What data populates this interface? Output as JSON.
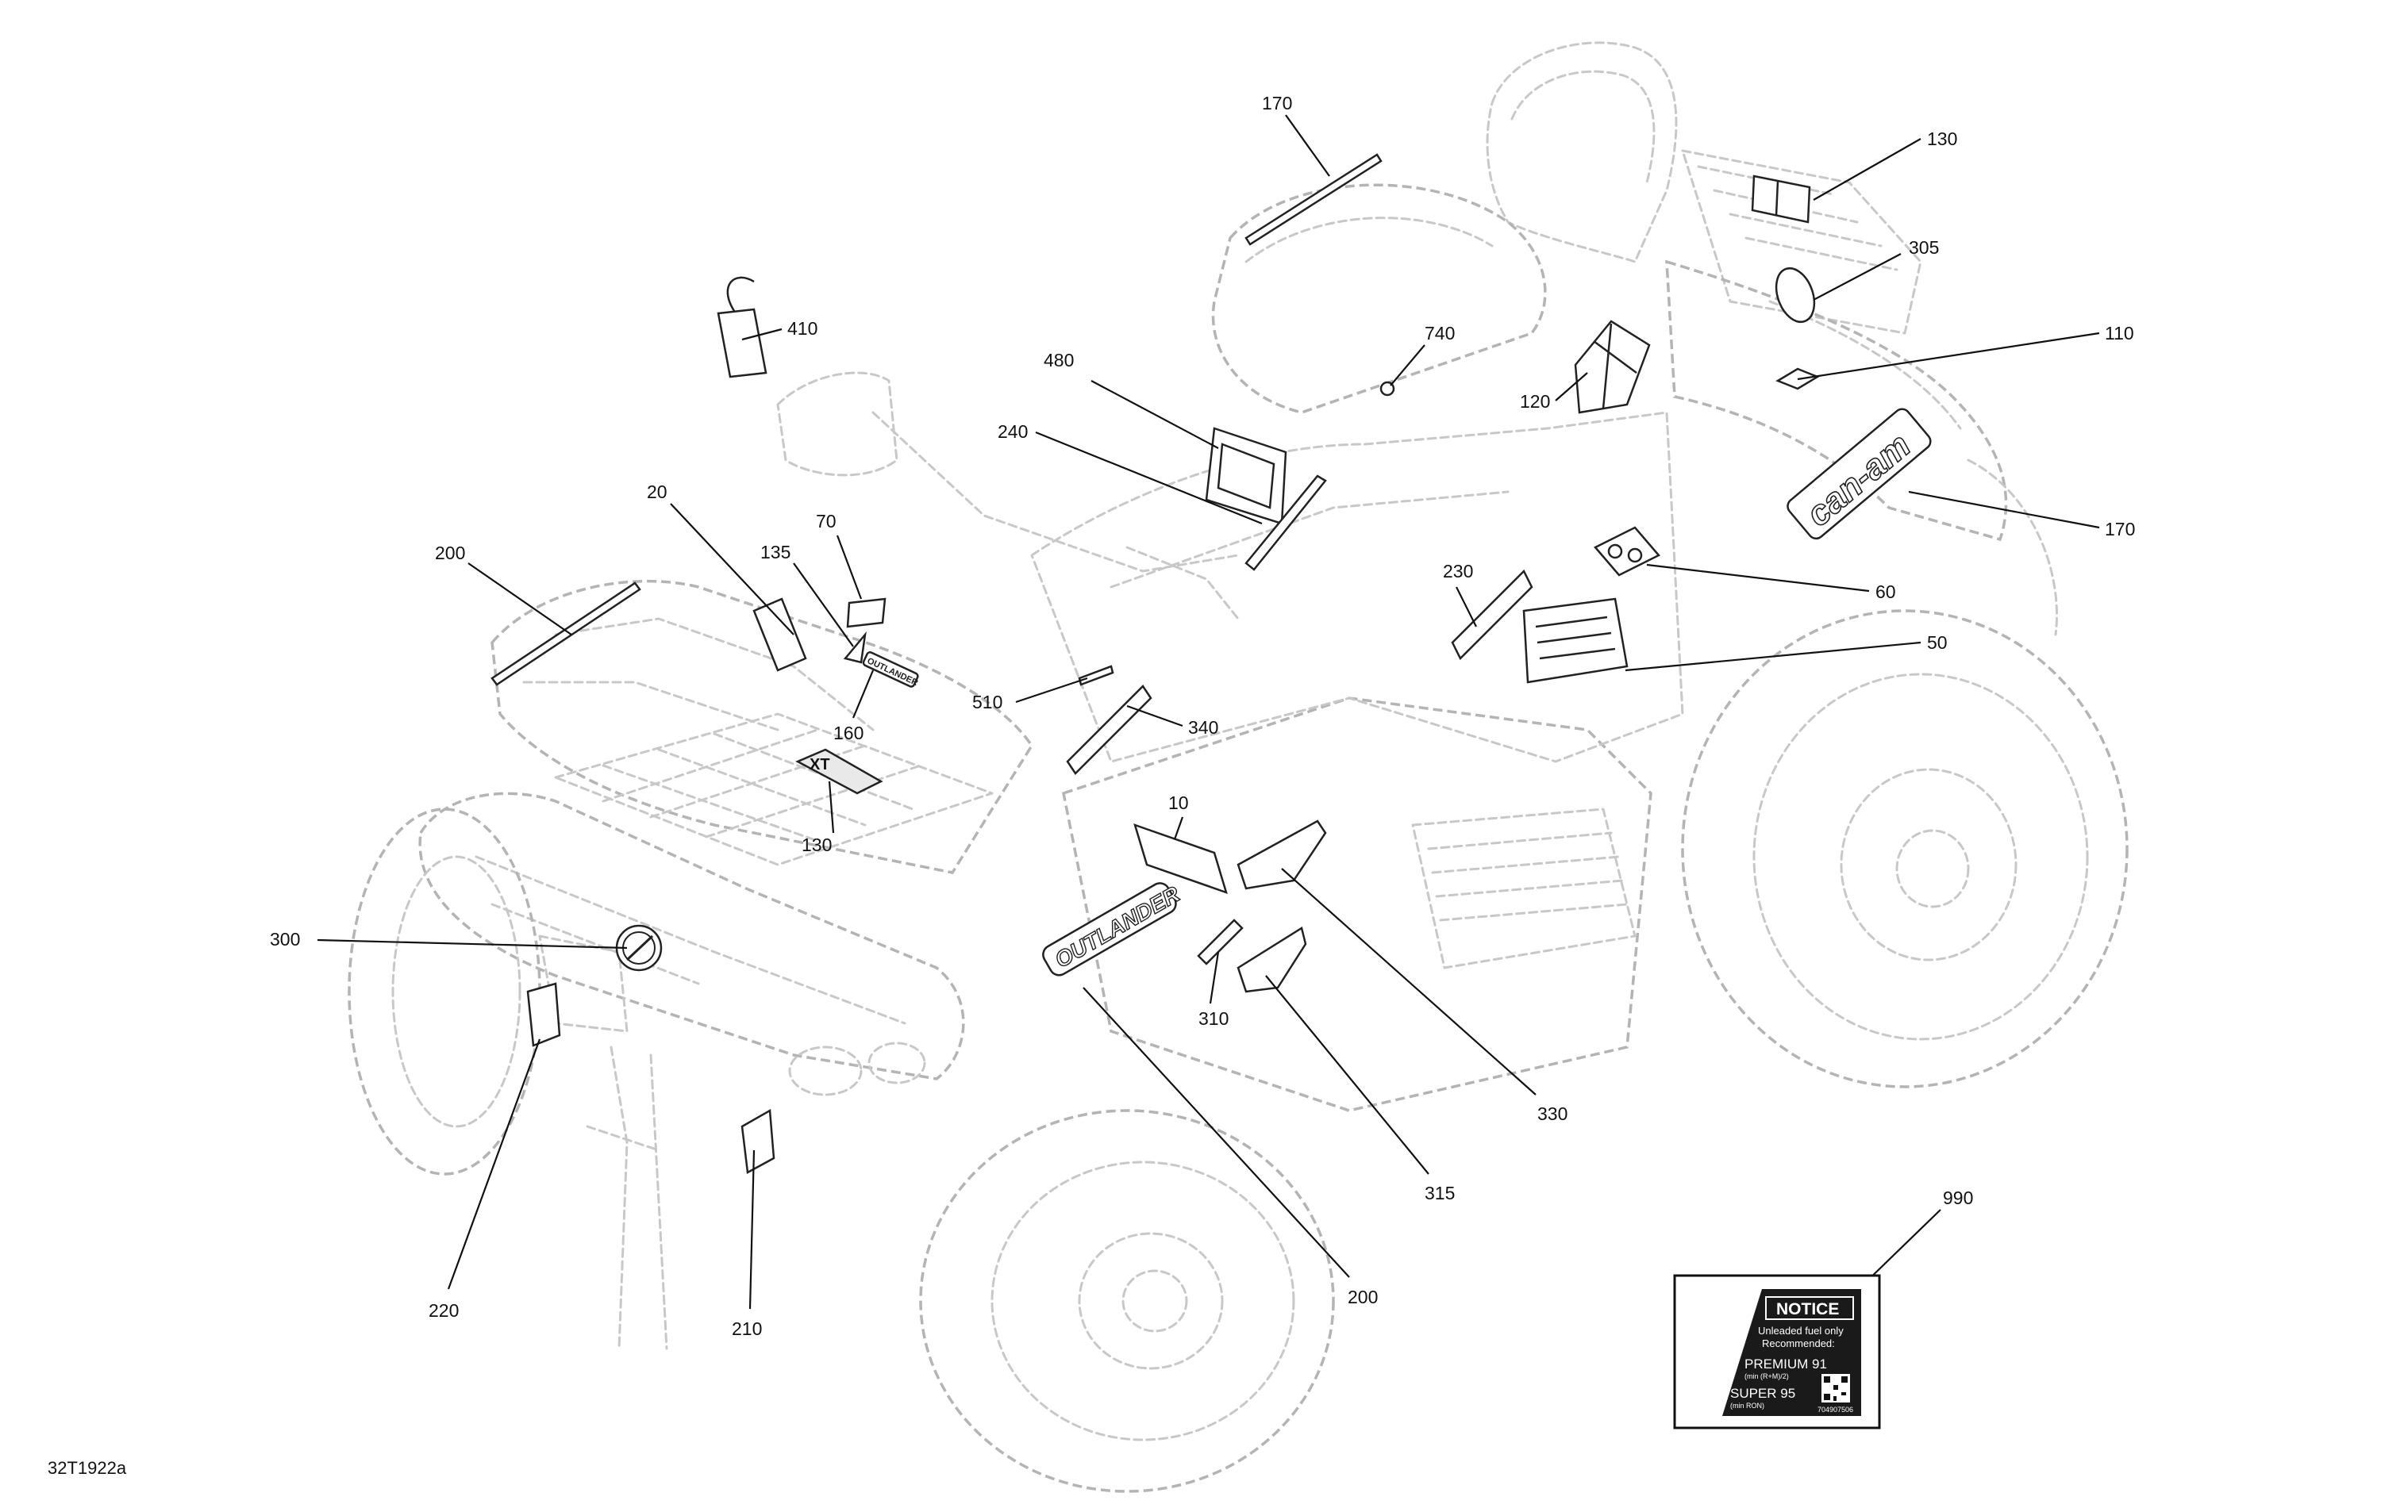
{
  "figure": {
    "code": "32T1922a"
  },
  "decals": {
    "outlander_side": "OUTLANDER",
    "outlander_small": "OUTLANDER",
    "can_am": "can-am",
    "rack_label": "XT"
  },
  "notice_label": {
    "heading": "NOTICE",
    "line1": "Unleaded fuel only",
    "line2": "Recommended:",
    "premium": "PREMIUM 91",
    "premium_sub": "(min (R+M)/2)",
    "super": "SUPER 95",
    "super_sub": "(min RON)",
    "part_no": "704907506"
  },
  "callouts": [
    {
      "id": "c170a",
      "label": "170"
    },
    {
      "id": "c130a",
      "label": "130"
    },
    {
      "id": "c305",
      "label": "305"
    },
    {
      "id": "c110",
      "label": "110"
    },
    {
      "id": "c170b",
      "label": "170"
    },
    {
      "id": "c60",
      "label": "60"
    },
    {
      "id": "c50",
      "label": "50"
    },
    {
      "id": "c410",
      "label": "410"
    },
    {
      "id": "c740",
      "label": "740"
    },
    {
      "id": "c120",
      "label": "120"
    },
    {
      "id": "c480",
      "label": "480"
    },
    {
      "id": "c240",
      "label": "240"
    },
    {
      "id": "c20",
      "label": "20"
    },
    {
      "id": "c70",
      "label": "70"
    },
    {
      "id": "c135",
      "label": "135"
    },
    {
      "id": "c200a",
      "label": "200"
    },
    {
      "id": "c160",
      "label": "160"
    },
    {
      "id": "c510",
      "label": "510"
    },
    {
      "id": "c340",
      "label": "340"
    },
    {
      "id": "c230",
      "label": "230"
    },
    {
      "id": "c130b",
      "label": "130"
    },
    {
      "id": "c10",
      "label": "10"
    },
    {
      "id": "c300",
      "label": "300"
    },
    {
      "id": "c310",
      "label": "310"
    },
    {
      "id": "c330",
      "label": "330"
    },
    {
      "id": "c315",
      "label": "315"
    },
    {
      "id": "c200b",
      "label": "200"
    },
    {
      "id": "c220",
      "label": "220"
    },
    {
      "id": "c210",
      "label": "210"
    },
    {
      "id": "c990",
      "label": "990"
    }
  ]
}
